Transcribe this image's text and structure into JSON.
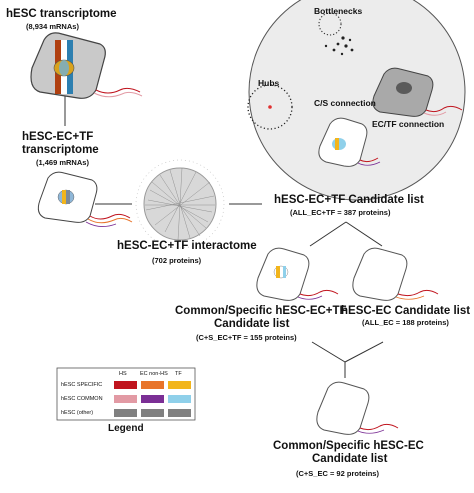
{
  "nodes": {
    "hesc_transcriptome": {
      "title": "hESC transcriptome",
      "subtitle": "(8,934 mRNAs)"
    },
    "hesc_ec_tf_transcriptome": {
      "title_line1": "hESC-EC+TF",
      "title_line2": "transcriptome",
      "subtitle": "(1,469 mRNAs)"
    },
    "interactome": {
      "title": "hESC-EC+TF interactome",
      "subtitle": "(702 proteins)"
    },
    "candidate_list": {
      "title": "hESC-EC+TF Candidate list",
      "subtitle": "(ALL_EC+TF = 387 proteins)"
    },
    "common_specific_ec_tf": {
      "title_line1": "Common/Specific hESC-EC+TF",
      "title_line2": "Candidate list",
      "subtitle": "(C+S_EC+TF = 155 proteins)"
    },
    "hesc_ec": {
      "title": "hESC-EC Candidate list",
      "subtitle": "(ALL_EC = 188 proteins)"
    },
    "common_specific_ec": {
      "title_line1": "Common/Specific hESC-EC",
      "title_line2": "Candidate list",
      "subtitle": "(C+S_EC = 92 proteins)"
    }
  },
  "network_features": {
    "hubs": "Hubs",
    "bottlenecks": "Bottlenecks",
    "cs_connection": "C/S connection",
    "ec_tf_connection": "EC/TF connection"
  },
  "legend": {
    "title": "Legend",
    "columns": [
      "HS",
      "EC non-HS",
      "TF"
    ],
    "rows": [
      {
        "label": "hESC SPECIFIC",
        "colors": [
          "#c0141e",
          "#e8742a",
          "#f2b51c"
        ]
      },
      {
        "label": "hESC COMMON",
        "colors": [
          "#e29aa4",
          "#7b2f95",
          "#8fd0ea"
        ]
      },
      {
        "label": "hESC (other)",
        "colors": [
          "#808080",
          "#808080",
          "#808080"
        ]
      }
    ]
  }
}
